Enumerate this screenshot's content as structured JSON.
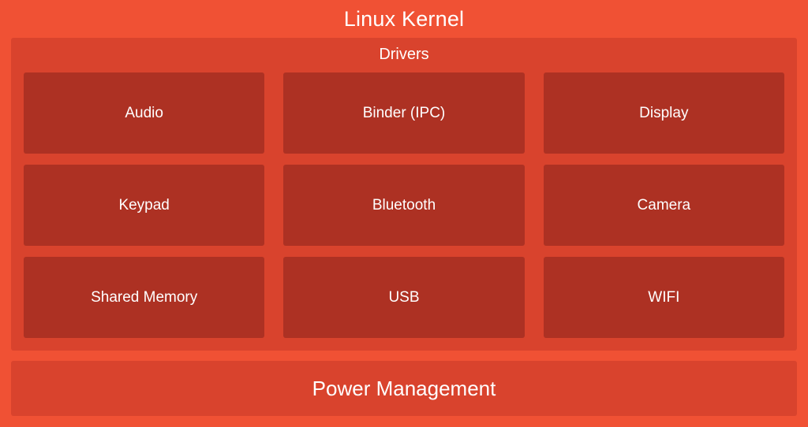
{
  "diagram": {
    "title": "Linux Kernel",
    "colors": {
      "background": "#f05134",
      "panel": "#d9432d",
      "cell": "#ad3123",
      "text": "#ffffff"
    },
    "drivers_section": {
      "title": "Drivers",
      "rows": [
        [
          {
            "label": "Audio"
          },
          {
            "label": "Binder (IPC)"
          },
          {
            "label": "Display"
          }
        ],
        [
          {
            "label": "Keypad"
          },
          {
            "label": "Bluetooth"
          },
          {
            "label": "Camera"
          }
        ],
        [
          {
            "label": "Shared Memory"
          },
          {
            "label": "USB"
          },
          {
            "label": "WIFI"
          }
        ]
      ]
    },
    "power_management": {
      "label": "Power Management"
    }
  }
}
